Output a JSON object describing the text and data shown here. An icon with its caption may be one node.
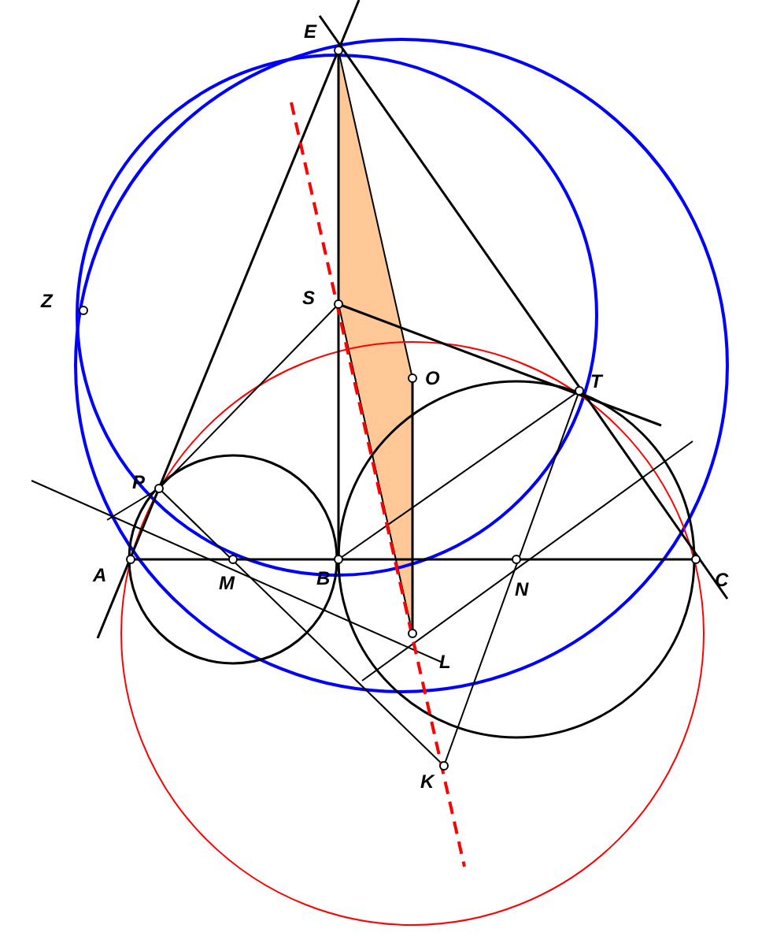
{
  "diagram": {
    "labels": [
      "E",
      "Z",
      "S",
      "O",
      "T",
      "P",
      "A",
      "M",
      "B",
      "N",
      "C",
      "L",
      "K"
    ]
  }
}
